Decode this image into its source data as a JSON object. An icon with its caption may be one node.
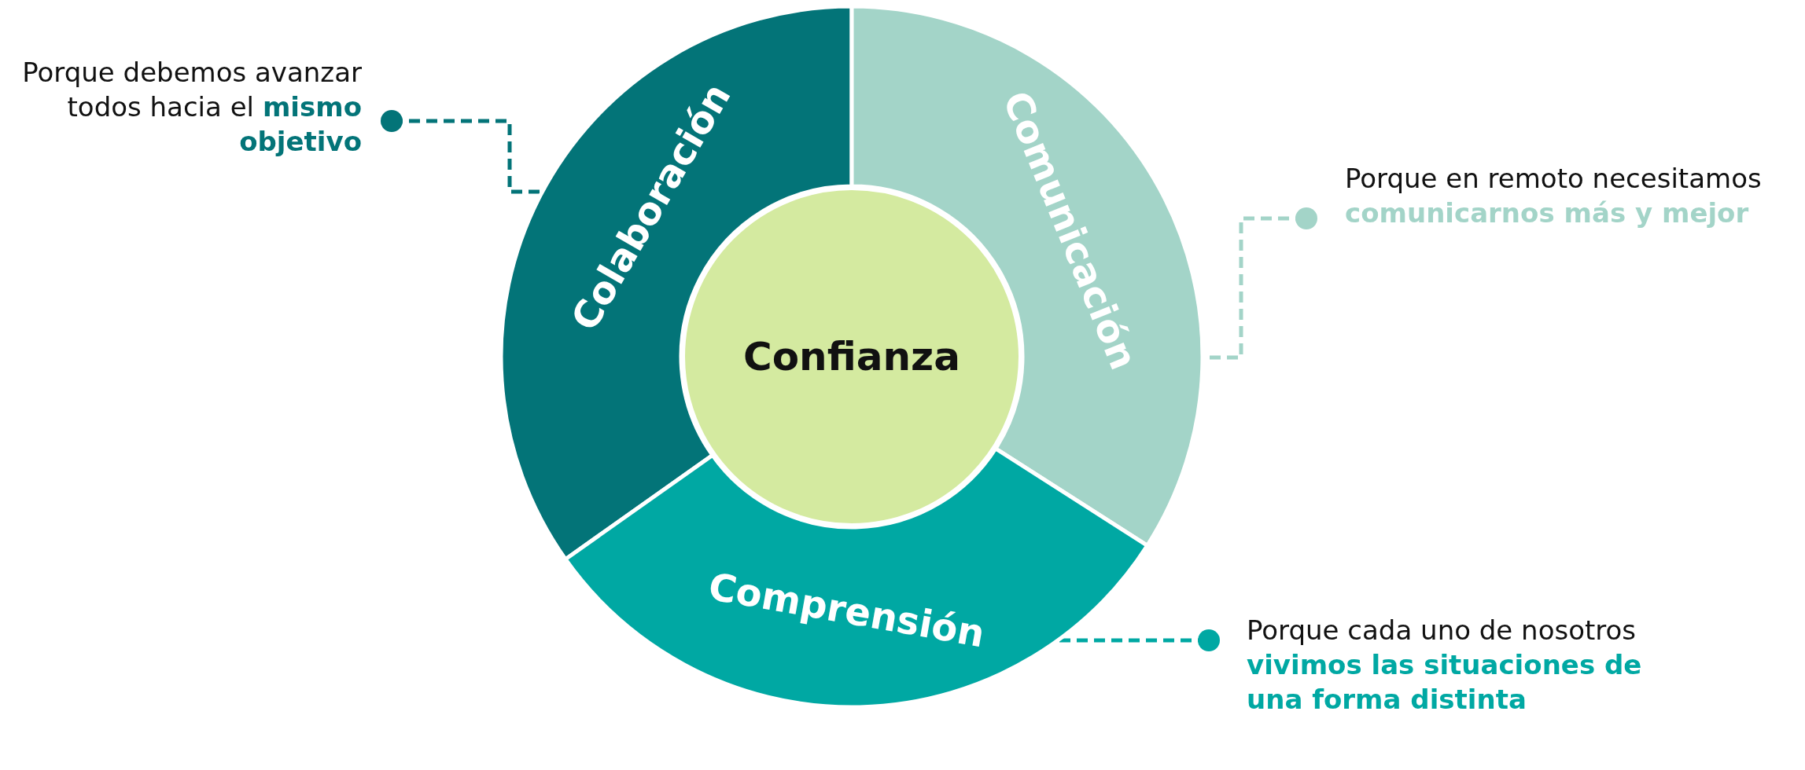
{
  "diagram": {
    "nodes": [
      {
        "text": [
          "Colaboración"
        ]
      },
      {
        "text": [
          "Comunicación"
        ]
      },
      {
        "text": [
          "Comprensión"
        ]
      },
      {
        "text": [
          "Confianza"
        ]
      },
      {
        "text": [
          "Porque debemos avanzar todos hacia el **mismo objetivo**"
        ]
      },
      {
        "text": [
          "Porque en remoto necesitamos **comunicarnos más y mejor**"
        ]
      },
      {
        "text": [
          "Porque cada uno de nosotros **vivimos las situaciones de una forma distinta**"
        ]
      }
    ],
    "edges": [
      {
        "from": 4,
        "to": 0,
        "arrow": "other",
        "style": "dashed",
        "color": "#037478"
      },
      {
        "from": 5,
        "to": 1,
        "arrow": "other",
        "style": "dashed",
        "color": "#a3d4c8"
      },
      {
        "from": 6,
        "to": 2,
        "arrow": "other",
        "style": "dashed",
        "color": "#00a8a3"
      }
    ]
  }
}
